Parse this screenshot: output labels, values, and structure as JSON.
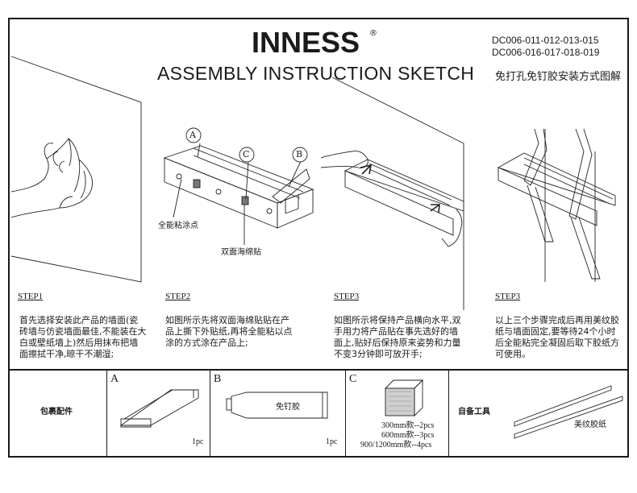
{
  "header": {
    "brand": "INNESS",
    "registered_mark": "®",
    "title": "ASSEMBLY INSTRUCTION SKETCH",
    "title_cn": "免打孔免钉胶安装方式图解",
    "model_line1": "DC006-011-012-013-015",
    "model_line2": "DC006-016-017-018-019"
  },
  "callouts": {
    "a": "A",
    "b": "B",
    "c": "C"
  },
  "diagram_notes": {
    "glue_dots": "全能粘涂点",
    "foam_tape": "双面海绵贴",
    "tape_label": "美纹胶纸"
  },
  "steps": [
    {
      "label": "STEP1",
      "text": "首先选择安装此产品的墙面(瓷砖墙与仿瓷墙面最佳,不能装在大白或壁纸墙上)然后用抹布把墙面擦拭干净,晾干不潮湿;"
    },
    {
      "label": "STEP2",
      "text": "如图所示先将双面海绵贴贴在产品上撕下外贴纸,再将全能粘以点涂的方式涂在产品上;"
    },
    {
      "label": "STEP3",
      "text": "如图所示将保持产品横向水平,双手用力将产品贴在事先选好的墙面上,贴好后保持原来姿势和力量不变3分钟即可放开手;"
    },
    {
      "label": "STEP3",
      "text": "以上三个步骤完成后再用美纹胶纸与墙面固定,要等待24个小时后全能粘完全凝固后取下胶纸方可使用。"
    }
  ],
  "parts": {
    "label": "包裹配件",
    "a": {
      "letter": "A",
      "qty": "1pc"
    },
    "b": {
      "letter": "B",
      "qty": "1pc",
      "tube_text": "免钉胶"
    },
    "c": {
      "letter": "C",
      "qty_lines": [
        "300mm款--2pcs",
        "600mm款--3pcs",
        "900/1200mm款--4pcs"
      ]
    }
  },
  "tools": {
    "label": "自备工具",
    "item": "美纹胶纸"
  }
}
